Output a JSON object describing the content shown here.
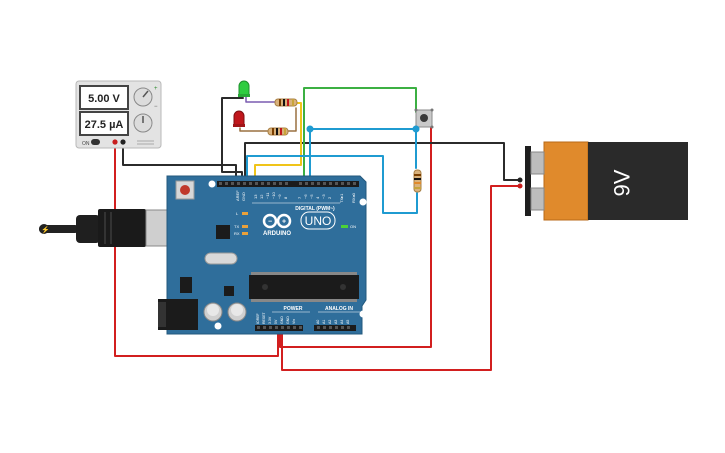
{
  "power_supply": {
    "voltage_reading": "5.00 V",
    "current_reading": "27.5 µA",
    "on_label": "ON",
    "plus_label": "+",
    "minus_label": "−"
  },
  "arduino": {
    "brand_label": "ARDUINO",
    "model_label": "UNO",
    "digital_label": "DIGITAL (PWM~)",
    "power_label": "POWER",
    "analog_label": "ANALOG IN",
    "on_led_label": "ON",
    "led_l_label": "L",
    "tx_label": "TX",
    "rx_label": "RX",
    "aref_label": "AREF",
    "gnd_label": "GND",
    "tx_pin_label": "TX▸1",
    "rx_pin_label": "RX◂0",
    "digital_pins": [
      "13",
      "12",
      "~11",
      "~10",
      "~9",
      "8",
      "7",
      "~6",
      "~5",
      "4",
      "~3",
      "2"
    ],
    "power_pins": [
      "IOREF",
      "RESET",
      "3.3V",
      "5V",
      "GND",
      "GND",
      "Vin"
    ],
    "analog_pins": [
      "A0",
      "A1",
      "A2",
      "A3",
      "A4",
      "A5"
    ]
  },
  "battery": {
    "label": "9V"
  },
  "colors": {
    "board": "#2f6e9b",
    "wire_red": "#d21f1f",
    "wire_black": "#2b2b2b",
    "wire_green": "#3cb043",
    "wire_yellow": "#f0c419",
    "wire_blue": "#1f9bd1",
    "battery_orange": "#e08a2c",
    "battery_body": "#2a2a2a",
    "led_green": "#2ecc40",
    "led_red": "#c0171c"
  }
}
